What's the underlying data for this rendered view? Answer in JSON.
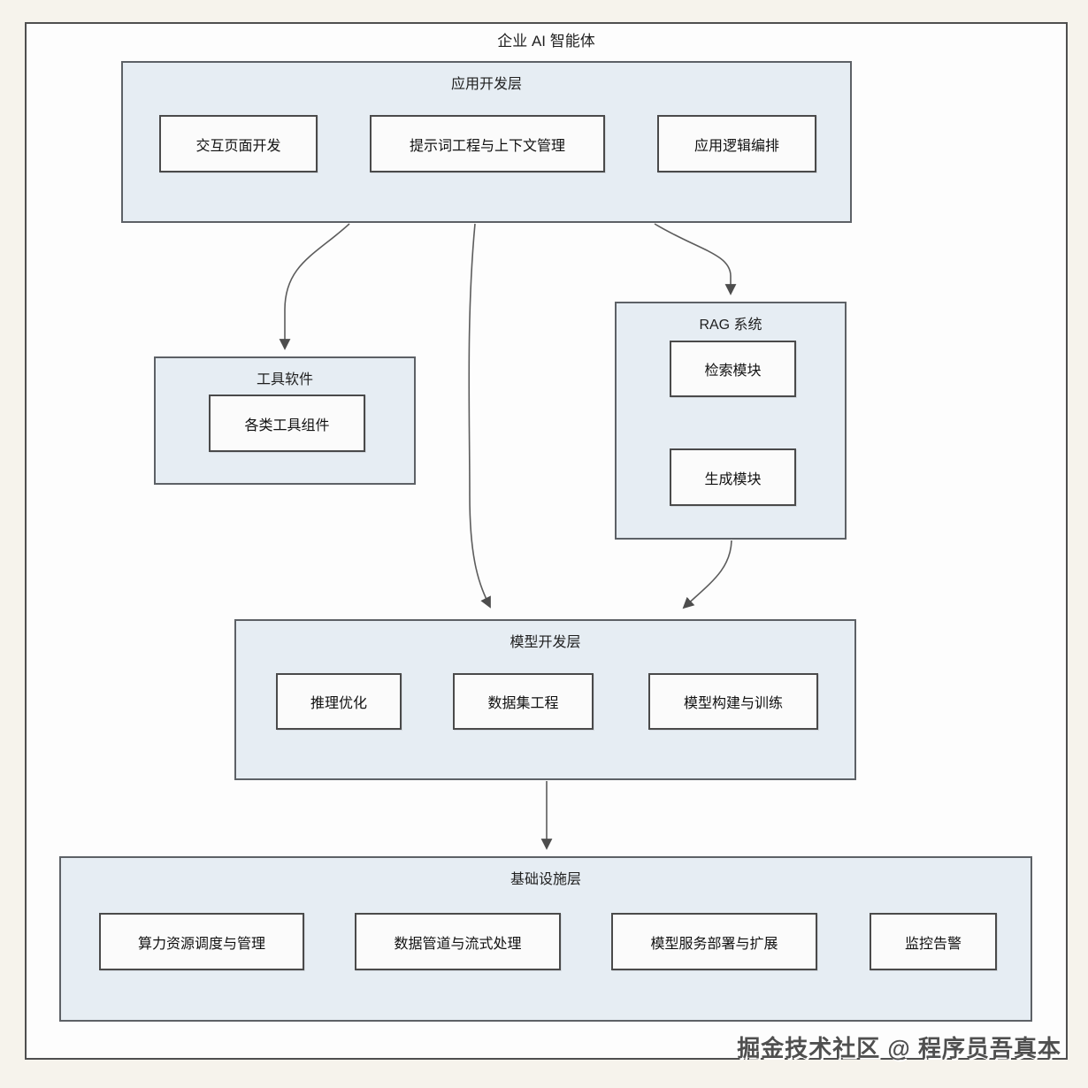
{
  "page": {
    "title": "企业 AI 智能体",
    "watermark": "掘金技术社区 @ 程序员吾真本"
  },
  "layers": {
    "app_dev": {
      "label": "应用开发层",
      "nodes": [
        "交互页面开发",
        "提示词工程与上下文管理",
        "应用逻辑编排"
      ]
    },
    "tools": {
      "label": "工具软件",
      "nodes": [
        "各类工具组件"
      ]
    },
    "rag": {
      "label": "RAG 系统",
      "nodes": [
        "检索模块",
        "生成模块"
      ]
    },
    "model_dev": {
      "label": "模型开发层",
      "nodes": [
        "推理优化",
        "数据集工程",
        "模型构建与训练"
      ]
    },
    "infra": {
      "label": "基础设施层",
      "nodes": [
        "算力资源调度与管理",
        "数据管道与流式处理",
        "模型服务部署与扩展",
        "监控告警"
      ]
    }
  },
  "edges": [
    {
      "from": "app_dev",
      "to": "tools"
    },
    {
      "from": "app_dev",
      "to": "model_dev"
    },
    {
      "from": "app_dev",
      "to": "rag"
    },
    {
      "from": "rag",
      "to": "model_dev"
    },
    {
      "from": "model_dev",
      "to": "infra"
    }
  ],
  "colors": {
    "page_bg": "#f6f3ec",
    "canvas_bg": "#fdfdfd",
    "layer_bg": "#e6edf3",
    "layer_border": "#5d6166",
    "node_bg": "#fbfbfb",
    "node_border": "#4a4a4a",
    "arrow": "#5c5c5c",
    "text": "#1f1f1f"
  }
}
